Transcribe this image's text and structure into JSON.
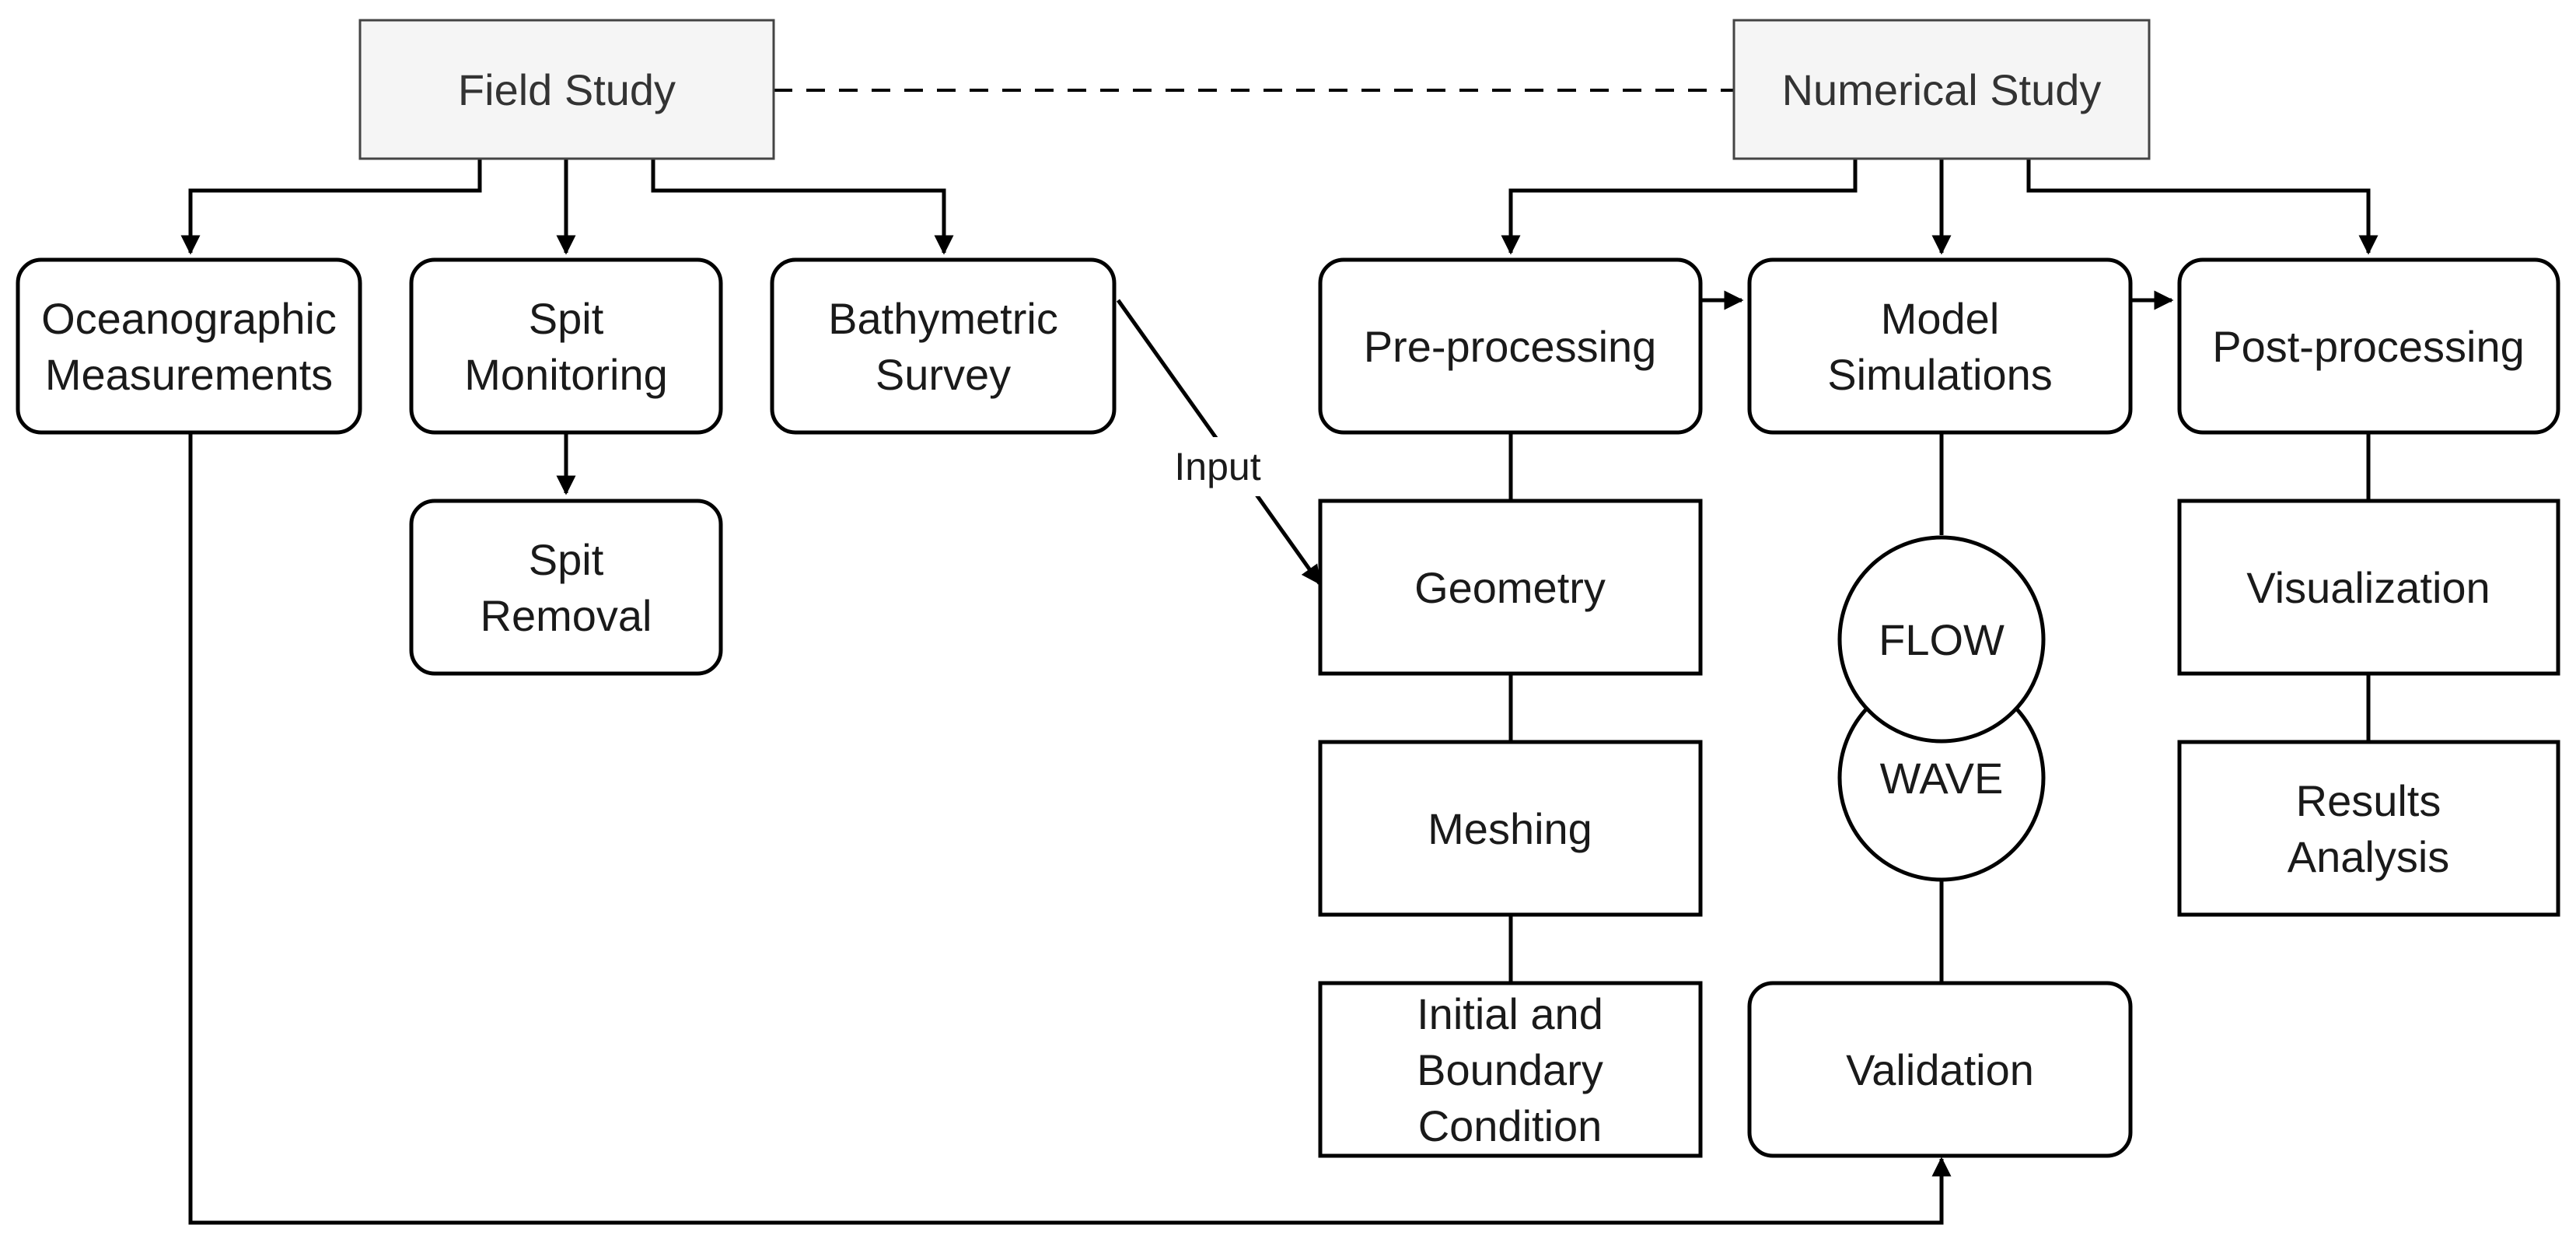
{
  "headers": {
    "field_study": "Field Study",
    "numerical_study": "Numerical Study"
  },
  "field": {
    "oceanographic": [
      "Oceanographic",
      "Measurements"
    ],
    "spit_monitoring": [
      "Spit",
      "Monitoring"
    ],
    "bathymetric": [
      "Bathymetric",
      "Survey"
    ],
    "spit_removal": [
      "Spit",
      "Removal"
    ]
  },
  "numerical": {
    "preprocessing": [
      "Pre-processing"
    ],
    "model_simulations": [
      "Model",
      "Simulations"
    ],
    "postprocessing": [
      "Post-processing"
    ],
    "geometry": [
      "Geometry"
    ],
    "meshing": [
      "Meshing"
    ],
    "initial_boundary": [
      "Initial and",
      "Boundary",
      "Condition"
    ],
    "flow": [
      "FLOW"
    ],
    "wave": [
      "WAVE"
    ],
    "validation": [
      "Validation"
    ],
    "visualization": [
      "Visualization"
    ],
    "results_analysis": [
      "Results",
      "Analysis"
    ]
  },
  "edge_labels": {
    "input": "Input"
  }
}
